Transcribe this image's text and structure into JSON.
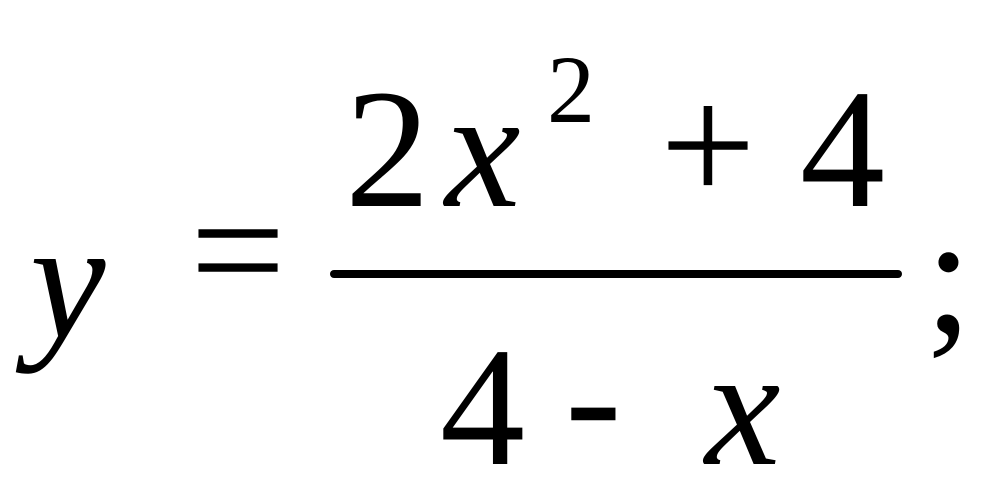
{
  "formula": {
    "lhs_var": "y",
    "equals": "=",
    "numerator": {
      "coef": "2",
      "var": "x",
      "exponent": "2",
      "plus": "+",
      "constant": "4"
    },
    "denominator": {
      "constant": "4",
      "minus": "-",
      "var": "x"
    },
    "terminator": ";"
  }
}
